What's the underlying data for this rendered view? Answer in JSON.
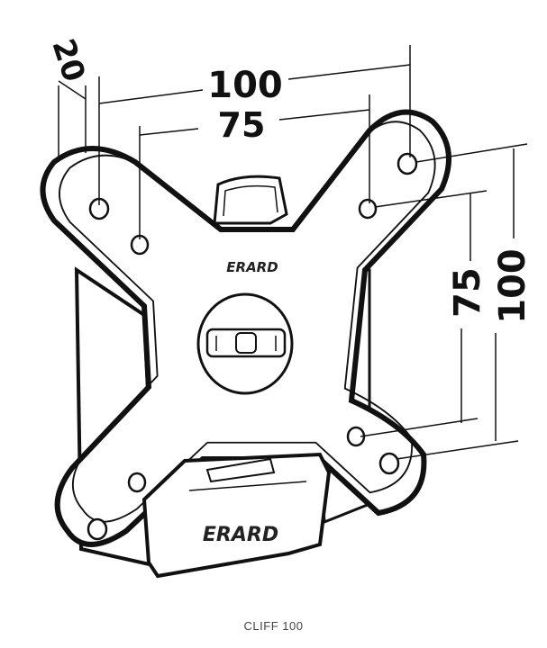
{
  "caption": "CLIFF 100",
  "brand": {
    "plate_logo": "ERARD",
    "bracket_logo": "ERARD"
  },
  "dimensions": {
    "depth": "20",
    "horizontal_outer": "100",
    "horizontal_inner": "75",
    "vertical_inner": "75",
    "vertical_outer": "100"
  },
  "icons": [
    "spirit-level-icon"
  ]
}
